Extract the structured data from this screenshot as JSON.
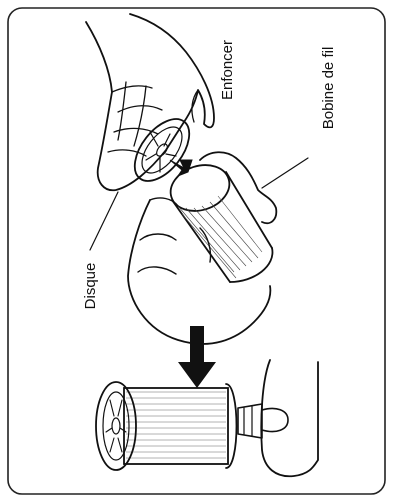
{
  "labels": {
    "push": "Enfoncer",
    "spool": "Bobine de fil",
    "disc": "Disque"
  }
}
